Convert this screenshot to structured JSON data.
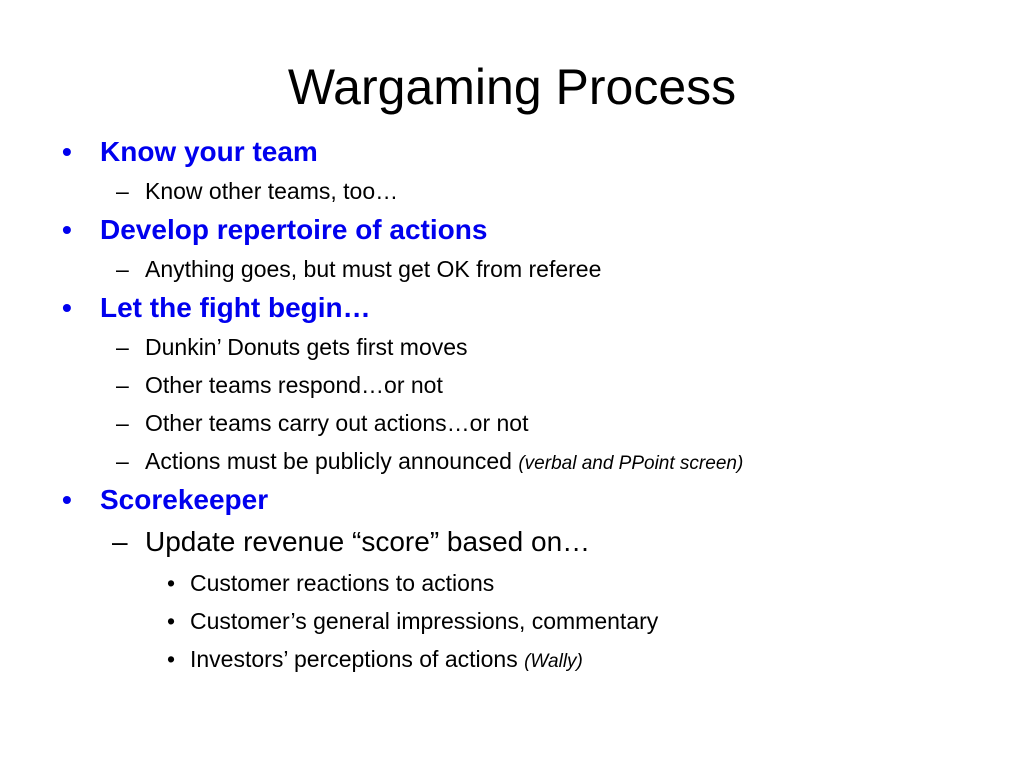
{
  "slide": {
    "title": "Wargaming Process",
    "bullet_marker": "•",
    "dash_marker": "–",
    "accent_color": "#0000ee",
    "items": [
      {
        "heading": "Know your team",
        "subs": [
          {
            "text": "Know other teams, too…",
            "note": ""
          }
        ]
      },
      {
        "heading": "Develop repertoire of actions",
        "subs": [
          {
            "text": "Anything goes, but must get OK from referee",
            "note": ""
          }
        ]
      },
      {
        "heading": "Let the fight begin…",
        "subs": [
          {
            "text": "Dunkin’ Donuts gets first moves",
            "note": ""
          },
          {
            "text": "Other teams respond…or not",
            "note": ""
          },
          {
            "text": "Other teams carry out actions…or not",
            "note": ""
          },
          {
            "text": "Actions must be publicly announced ",
            "note": "(verbal and PPoint screen)"
          }
        ]
      },
      {
        "heading": "Scorekeeper",
        "subs": [
          {
            "text": "Update revenue “score” based on…",
            "note": ""
          }
        ],
        "subsubs": [
          {
            "text": "Customer reactions to actions",
            "note": ""
          },
          {
            "text": "Customer’s general impressions, commentary",
            "note": ""
          },
          {
            "text": "Investors’ perceptions of actions ",
            "note": "(Wally)"
          }
        ]
      }
    ]
  }
}
